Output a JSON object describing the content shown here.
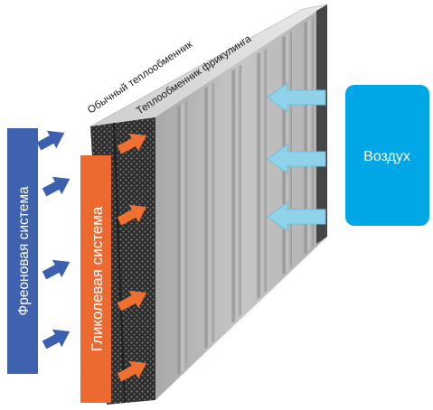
{
  "labels": {
    "standard_exchanger": "Обычный теплообменник",
    "freecooling_exchanger": "Теплообменник фрикулинга",
    "freon_system": "Фреоновая система",
    "glycol_system": "Гликолевая система",
    "air": "Воздух"
  },
  "colors": {
    "freon_bar": "#3f62ae",
    "freon_arrow": "#3d5fb0",
    "glycol_bar": "#ec6a30",
    "glycol_arrow": "#f07030",
    "air_box": "#00a7e6",
    "air_arrow": "#8fd3ea",
    "fin_dark": "#2a2a2a",
    "panel_grey": "#b7b7b7"
  },
  "icons": {
    "freon_arrow": "arrow-right-icon",
    "glycol_arrow": "arrow-right-icon",
    "air_arrow": "arrow-left-icon"
  },
  "flows": {
    "freon_arrow_count": 4,
    "glycol_arrow_count": 4,
    "air_arrow_count": 3
  }
}
